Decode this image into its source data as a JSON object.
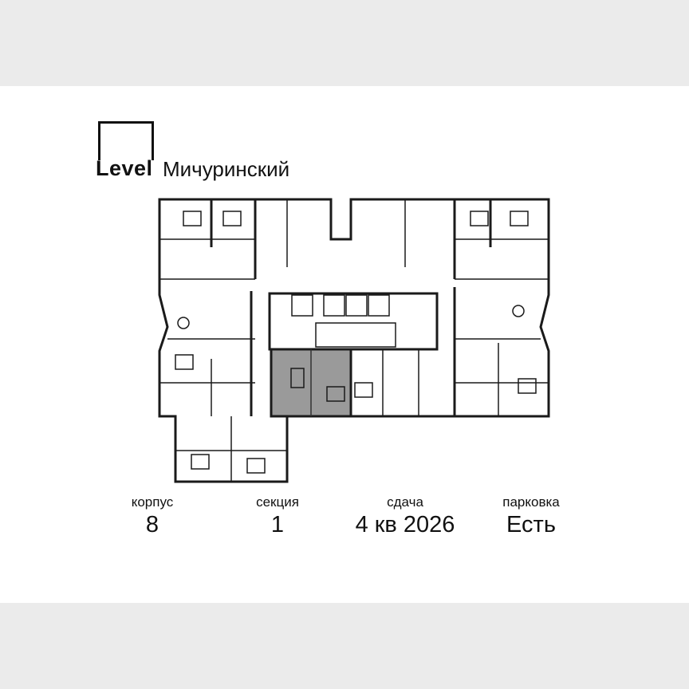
{
  "logo": {
    "brand": "Level",
    "project": "Мичуринский"
  },
  "plan": {
    "highlighted_apartment_color": "#9a9a9a",
    "wall_color": "#1a1a1a"
  },
  "info": [
    {
      "label": "корпус",
      "value": "8"
    },
    {
      "label": "секция",
      "value": "1"
    },
    {
      "label": "сдача",
      "value": "4 кв 2026"
    },
    {
      "label": "парковка",
      "value": "Есть"
    }
  ]
}
